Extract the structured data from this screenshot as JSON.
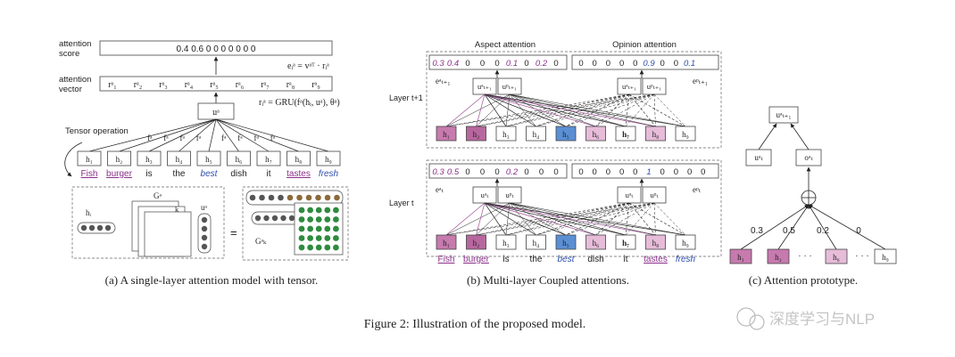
{
  "panel_a": {
    "score_label_1": "attention",
    "score_label_2": "score",
    "score_values": "0.4  0.6  0  0  0  0  0  0  0",
    "score_eq": "eᵢᵃ = vᵃᵀ · rᵢᵃ",
    "vector_label_1": "attention",
    "vector_label_2": "vector",
    "vector_values": [
      "rᵃ₁",
      "rᵃ₂",
      "rᵃ₃",
      "rᵃ₄",
      "rᵃ₅",
      "rᵃ₆",
      "rᵃ₇",
      "rᵃ₈",
      "rᵃ₉"
    ],
    "vector_eq": "rᵢᵃ = GRU(fᵃ(hᵢ, uᵃ), θᵃ)",
    "u_label": "uᵃ",
    "tensor_label": "Tensor operation",
    "f_label": "fᵃ",
    "h_labels": [
      "h₁",
      "h₂",
      "h₃",
      "h₄",
      "h₅",
      "h₆",
      "h₇",
      "h₈",
      "h₉"
    ],
    "words": [
      "Fish",
      "burger",
      "is",
      "the",
      "best",
      "dish",
      "it",
      "tastes",
      "fresh"
    ],
    "hi_label": "hᵢ",
    "G_label": "Gᵃ",
    "k_label": "k",
    "ua_label": "uᵃ",
    "eq_sign": "=",
    "Gk_label": "Gᵃₖ",
    "caption": "(a)  A single-layer attention model with tensor."
  },
  "panel_b": {
    "aspect_title": "Aspect attention",
    "opinion_title": "Opinion attention",
    "layer_top": "Layer t+1",
    "layer_bottom": "Layer t",
    "top_aspect_scores": [
      "0.3",
      "0.4",
      "0",
      "0",
      "0",
      "0.1",
      "0",
      "0.2",
      "0"
    ],
    "top_opinion_scores": [
      "0",
      "0",
      "0",
      "0",
      "0",
      "0.9",
      "0",
      "0",
      "0.1"
    ],
    "bottom_aspect_scores": [
      "0.3",
      "0.5",
      "0",
      "0",
      "0",
      "0.2",
      "0",
      "0",
      "0"
    ],
    "bottom_opinion_scores": [
      "0",
      "0",
      "0",
      "0",
      "0",
      "1",
      "0",
      "0",
      "0",
      "0"
    ],
    "e_a_top": "eᵃₜ₊₁",
    "e_p_top": "eᵖₜ₊₁",
    "e_a_bottom": "eᵃₜ",
    "e_p_bottom": "eᵖₜ",
    "u_top": [
      "uᵃₜ₊₁",
      "uᵖₜ₊₁"
    ],
    "u_bottom": [
      "uᵃₜ",
      "uᵖₜ"
    ],
    "h_labels": [
      "h₁",
      "h₂",
      "h₃",
      "h₄",
      "h₅",
      "h₆",
      "h₇",
      "h₈",
      "h₉"
    ],
    "words": [
      "Fish",
      "burger",
      "is",
      "the",
      "best",
      "dish",
      "it",
      "tastes",
      "fresh"
    ],
    "caption": "(b)  Multi-layer Coupled attentions."
  },
  "panel_c": {
    "top_node": "uᵃₜ₊₁",
    "left_node": "uᵃₜ",
    "right_node": "oᵃₜ",
    "plus": "⊕",
    "weights": [
      "0.3",
      "0.5",
      "0.2",
      "0"
    ],
    "h_nodes": [
      "h₁",
      "h₂",
      "h₆",
      "h₉"
    ],
    "dots": "·  ·  ·",
    "caption": "(c)  Attention prototype."
  },
  "figure_caption": "Figure 2: Illustration of the proposed model.",
  "watermark": "深度学习与NLP",
  "colors": {
    "purple_dark": "#b8679e",
    "purple_light": "#e6bcd9",
    "blue": "#5b8fd4",
    "aspect_text": "#8a2f8a",
    "opinion_text": "#2f4fb0",
    "word_purple": "#8a2f8a",
    "word_blue": "#2f4fb0",
    "green": "#2e8b3e",
    "brown": "#8b6a3a"
  }
}
